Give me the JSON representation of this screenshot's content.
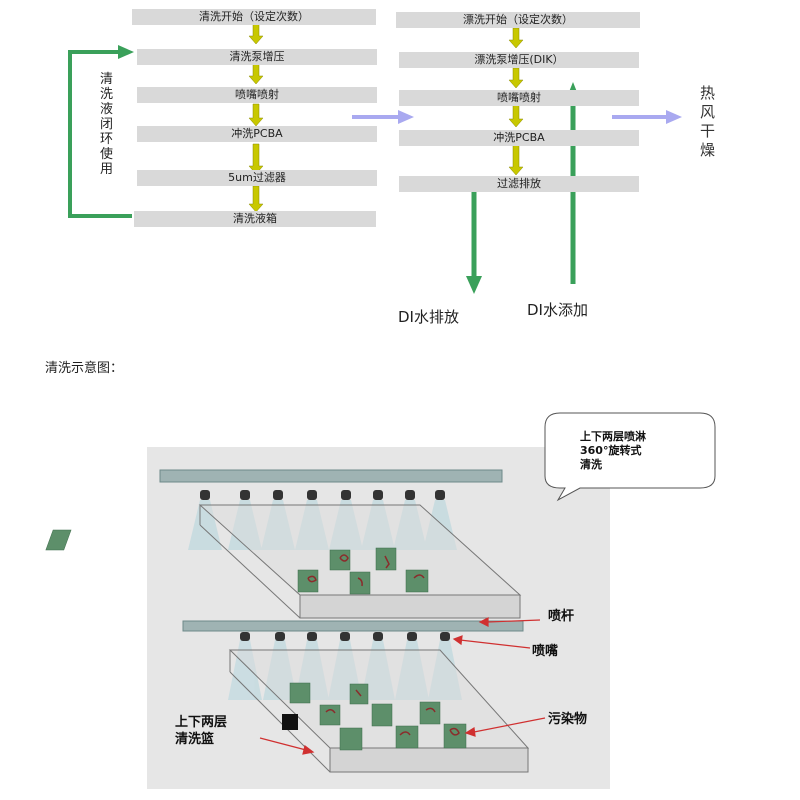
{
  "wash_flow": {
    "steps": [
      "清洗开始（设定次数）",
      "清洗泵增压",
      "喷嘴喷射",
      "冲洗PCBA",
      "5um过滤器",
      "清洗液箱"
    ],
    "loop_label": "清洗液闭环使用"
  },
  "rinse_flow": {
    "steps": [
      "漂洗开始（设定次数）",
      "漂洗泵增压(DIK）",
      "喷嘴喷射",
      "冲洗PCBA",
      "过滤排放"
    ],
    "di_drain": "DI水排放",
    "di_add": "DI水添加"
  },
  "final_step": "热风干燥",
  "caption": "清洗示意图：",
  "figure": {
    "callout": [
      "上下两层喷淋",
      "360°旋转式",
      "清洗"
    ],
    "labels": {
      "spray_bar": "喷杆",
      "nozzle": "喷嘴",
      "contaminant": "污染物",
      "basket": [
        "上下两层",
        "清洗篮"
      ]
    }
  },
  "colors": {
    "step_fill": "#d9d9d9",
    "arrow_yellow": "#c8c800",
    "arrow_green": "#3aa05a",
    "arrow_purple": "#a9a9f0"
  }
}
